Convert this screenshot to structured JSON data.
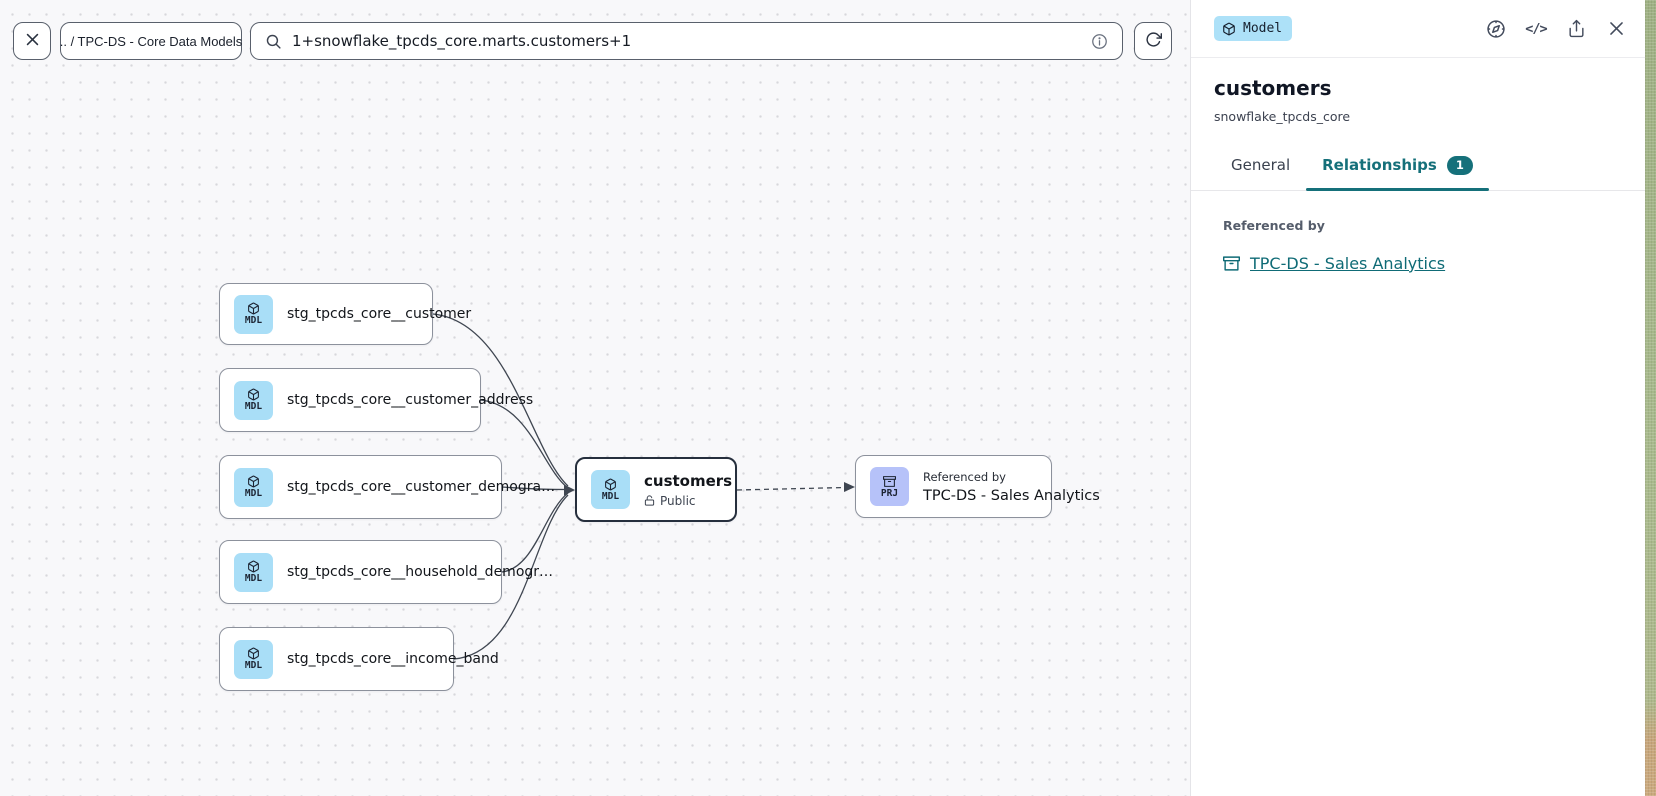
{
  "toolbar": {
    "breadcrumb": ".. / TPC-DS - Core Data Models",
    "search_value": "1+snowflake_tpcds_core.marts.customers+1"
  },
  "icons": {
    "code": "</>"
  },
  "canvas": {
    "nodes": [
      {
        "badge": "MDL",
        "label": "stg_tpcds_core__customer"
      },
      {
        "badge": "MDL",
        "label": "stg_tpcds_core__customer_address"
      },
      {
        "badge": "MDL",
        "label": "stg_tpcds_core__customer_demogra…"
      },
      {
        "badge": "MDL",
        "label": "stg_tpcds_core__household_demogr…"
      },
      {
        "badge": "MDL",
        "label": "stg_tpcds_core__income_band"
      }
    ],
    "selected_node": {
      "badge": "MDL",
      "title": "customers",
      "access": "Public"
    },
    "reference_node": {
      "badge": "PRJ",
      "caption": "Referenced by",
      "title": "TPC-DS - Sales Analytics"
    }
  },
  "panel": {
    "type_badge": "Model",
    "title": "customers",
    "subtitle": "snowflake_tpcds_core",
    "tabs": [
      {
        "label": "General"
      },
      {
        "label": "Relationships",
        "count": "1"
      }
    ],
    "section_label": "Referenced by",
    "reference_link": "TPC-DS - Sales Analytics"
  },
  "colors": {
    "accent_teal": "#15707a",
    "model_badge_bg": "#a9def7",
    "project_badge_bg": "#b6c2f9",
    "canvas_bg": "#f8f8fa",
    "selected_border": "#262f3d"
  }
}
